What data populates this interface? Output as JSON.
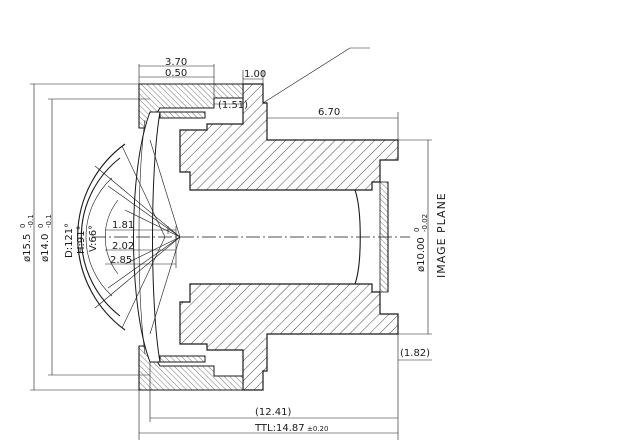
{
  "dimensions": {
    "top_width": "3.70",
    "top_width_inner": "0.50",
    "flange_thickness": "1.00",
    "recess_depth": "(1.51)",
    "barrel_length": "6.70",
    "dia_outer": "ø15.5",
    "dia_outer_tol_upper": "0",
    "dia_outer_tol_lower": "-0.1",
    "dia_body": "ø14.0",
    "dia_body_tol_upper": "0",
    "dia_body_tol_lower": "-0.1",
    "dia_barrel": "ø10.00",
    "dia_barrel_tol_upper": "0",
    "dia_barrel_tol_lower": "-0.02",
    "stop_1": "1.81",
    "stop_2": "2.02",
    "stop_3": "2.85",
    "back_focal": "(1.82)",
    "optical_length": "(12.41)",
    "ttl_label": "TTL:14.87",
    "ttl_tol": "±0.20"
  },
  "fov": {
    "diagonal": "D:121°",
    "horizontal": "H:91°",
    "vertical": "V:66°"
  },
  "labels": {
    "image_plane": "IMAGE PLANE"
  }
}
